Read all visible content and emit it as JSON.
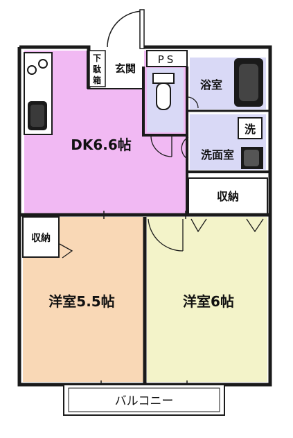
{
  "rooms": {
    "dk": {
      "label": "DK6.6帖",
      "color": "#f1b9f3"
    },
    "western_a": {
      "label": "洋室5.5帖",
      "color": "#f9d8b6"
    },
    "western_b": {
      "label": "洋室6帖",
      "color": "#f3f3c9"
    },
    "bath": {
      "label": "浴室",
      "color": "#d9d9f6"
    },
    "washroom": {
      "label": "洗面室",
      "color": "#d9d9f6"
    },
    "toilet": {
      "color": "#d9d9f6"
    },
    "entrance": {
      "label": "玄関"
    }
  },
  "fixtures": {
    "shoe_box_lines": [
      "下",
      "駄",
      "箱"
    ],
    "pipe_space": "PS",
    "washer": "洗",
    "storage_right": "収納",
    "storage_left": "収納"
  },
  "balcony": {
    "label": "バルコニー"
  },
  "colors": {
    "wall": "#1a1a1a",
    "line": "#222222"
  }
}
